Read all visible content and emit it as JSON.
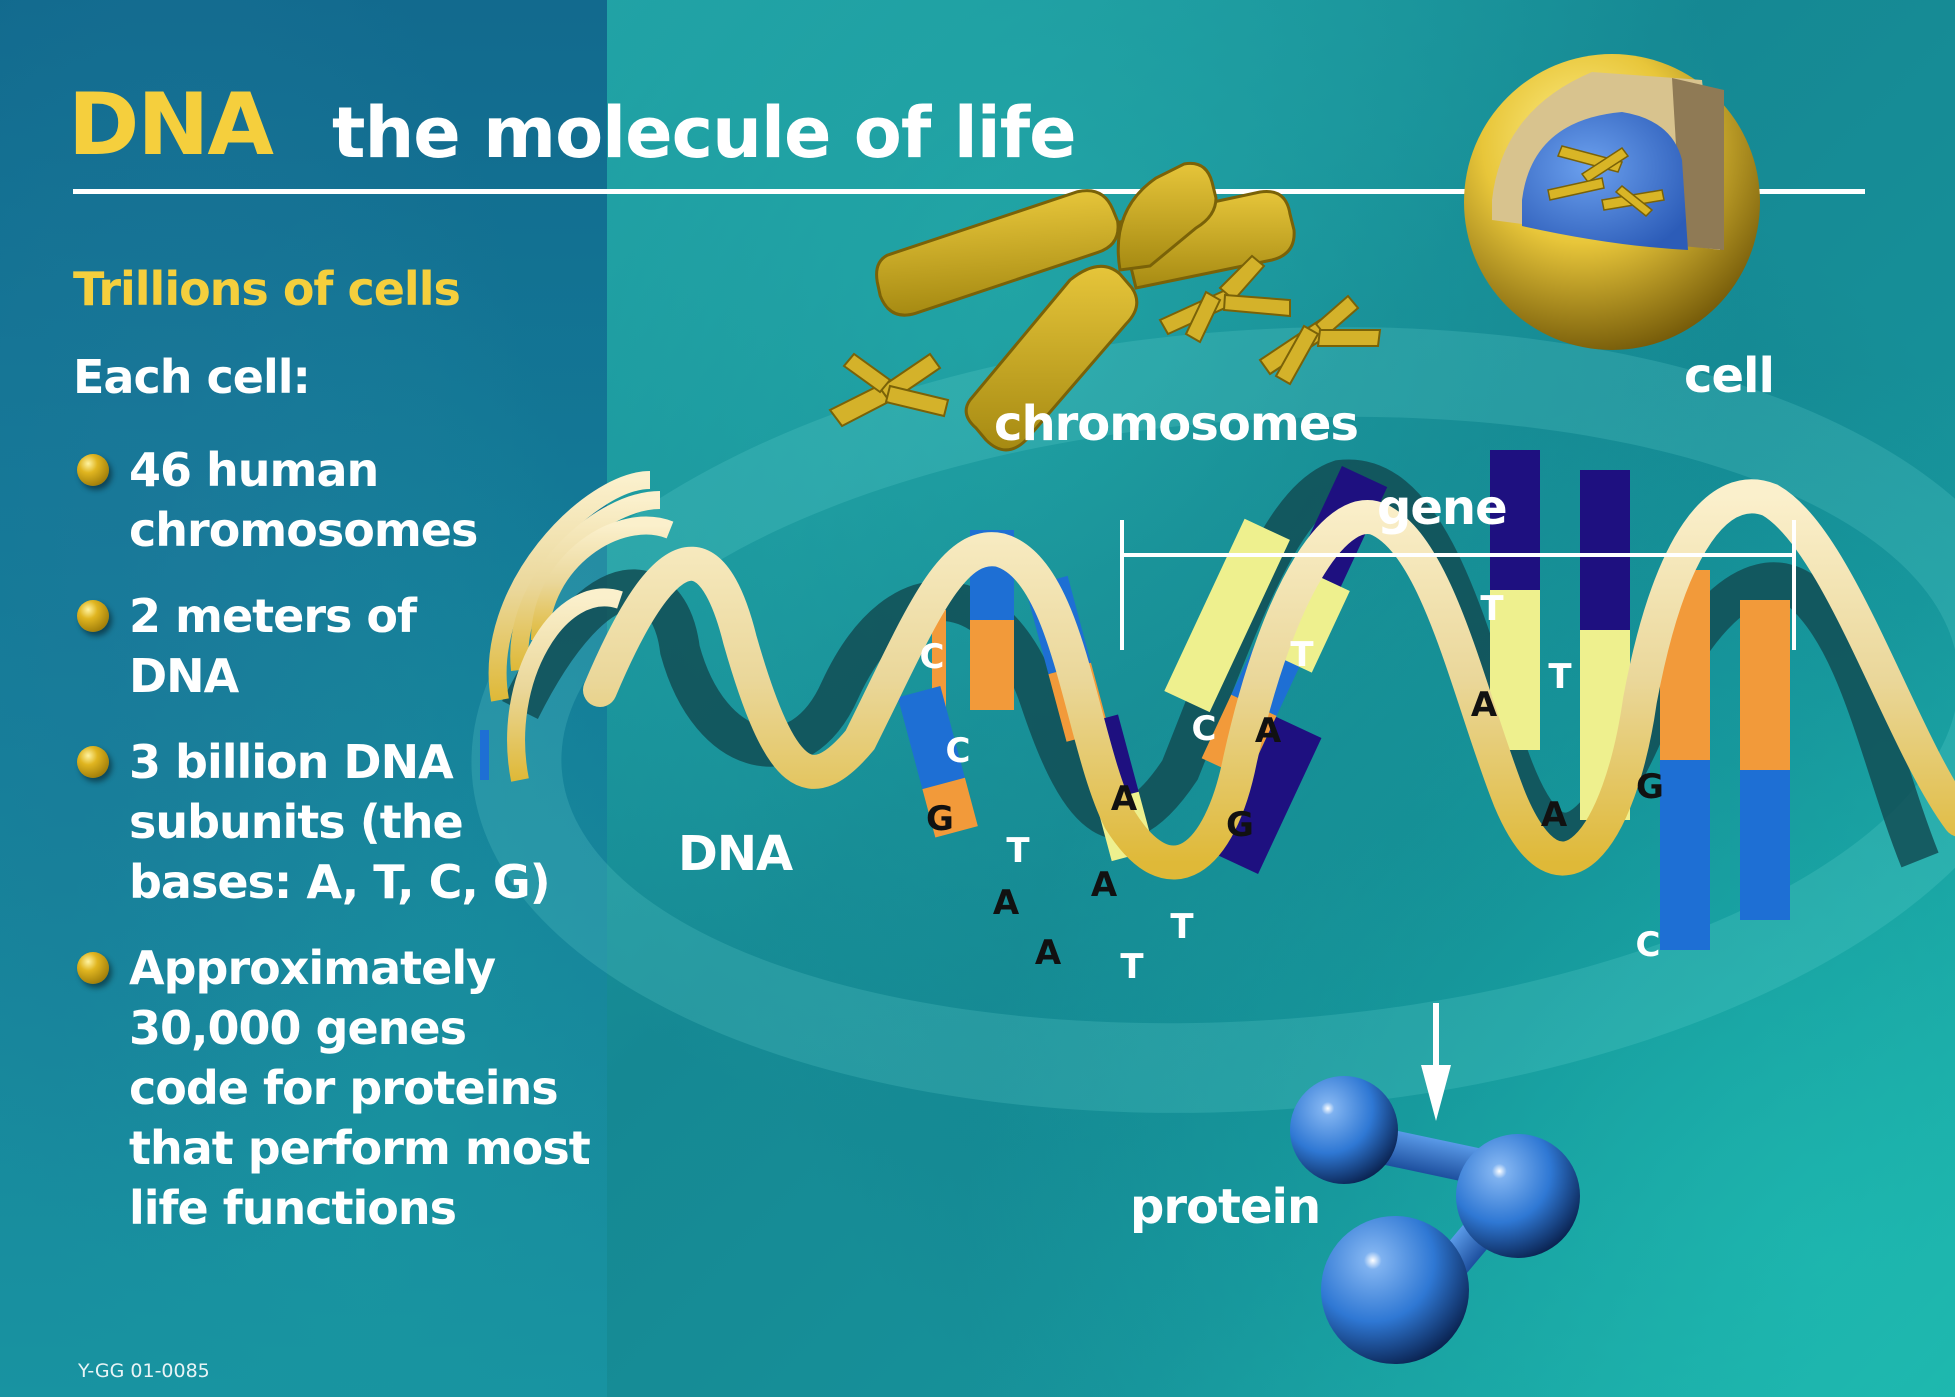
{
  "header": {
    "title_highlight": "DNA",
    "title_rest": "the molecule of life"
  },
  "sidebar": {
    "subheading": "Trillions of cells",
    "intro": "Each cell:",
    "bullets": [
      {
        "text": "46 human\nchromosomes"
      },
      {
        "text": "2 meters of\nDNA"
      },
      {
        "text": "3 billion DNA\nsubunits (the\nbases: A, T, C, G)"
      },
      {
        "text": "Approximately\n30,000 genes\ncode for proteins\nthat perform most\nlife functions"
      }
    ],
    "code": "Y-GG 01-0085"
  },
  "diagram": {
    "labels": {
      "chromosomes": "chromosomes",
      "cell": "cell",
      "gene": "gene",
      "dna": "DNA",
      "protein": "protein"
    },
    "base_letters": {
      "b1": "C",
      "b2": "C",
      "b3": "G",
      "b4": "T",
      "b5": "A",
      "b6": "A",
      "b7": "A",
      "b8": "A",
      "b9": "T",
      "b10": "C",
      "b11": "G",
      "b12": "T",
      "b13": "T",
      "b14": "A",
      "b15": "T",
      "b16": "A",
      "b17": "T",
      "b18": "A",
      "b19": "G",
      "b20": "C"
    },
    "icons": {
      "bullet": "gold-sphere-icon",
      "cell": "cell-cutaway-icon",
      "chromosome": "chromosome-icon",
      "protein": "protein-molecule-icon",
      "arrow": "arrow-down-icon"
    }
  },
  "colors": {
    "accent_yellow": "#f5cf3d",
    "text_white": "#ffffff",
    "base_A": "#eef08e",
    "base_T": "#1e1080",
    "base_C": "#1e6fd4",
    "base_G": "#f29a3a",
    "backbone": "#e8c24a",
    "bg_left": "#137a97",
    "bg_right": "#1a9aa0"
  }
}
